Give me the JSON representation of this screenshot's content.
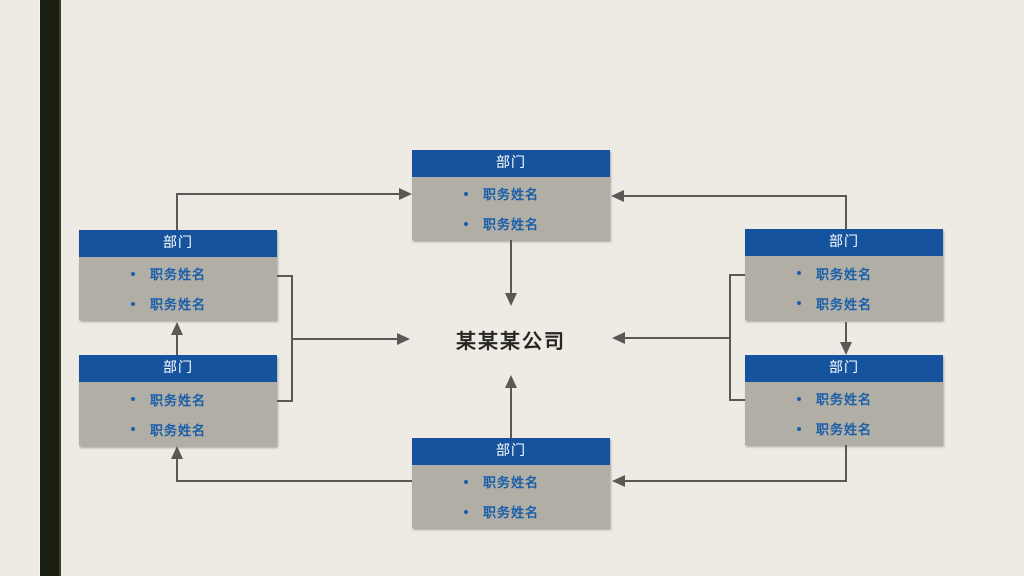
{
  "slide": {
    "center_label": "某某某公司",
    "boxes": [
      {
        "position": "top",
        "header": "部门",
        "items": [
          "职务姓名",
          "职务姓名"
        ]
      },
      {
        "position": "left-upper",
        "header": "部门",
        "items": [
          "职务姓名",
          "职务姓名"
        ]
      },
      {
        "position": "left-lower",
        "header": "部门",
        "items": [
          "职务姓名",
          "职务姓名"
        ]
      },
      {
        "position": "right-upper",
        "header": "部门",
        "items": [
          "职务姓名",
          "职务姓名"
        ]
      },
      {
        "position": "right-lower",
        "header": "部门",
        "items": [
          "职务姓名",
          "职务姓名"
        ]
      },
      {
        "position": "bottom",
        "header": "部门",
        "items": [
          "职务姓名",
          "职务姓名"
        ]
      }
    ],
    "colors": {
      "background": "#EEEBE4",
      "accent_bar": "#1B1F11",
      "header_blue": "#15539E",
      "body_gray": "#B1AEA6",
      "item_text_blue": "#1A5FA9",
      "arrow_gray": "#5A5955",
      "center_text": "#262622",
      "header_text": "#FFFFFF"
    }
  }
}
